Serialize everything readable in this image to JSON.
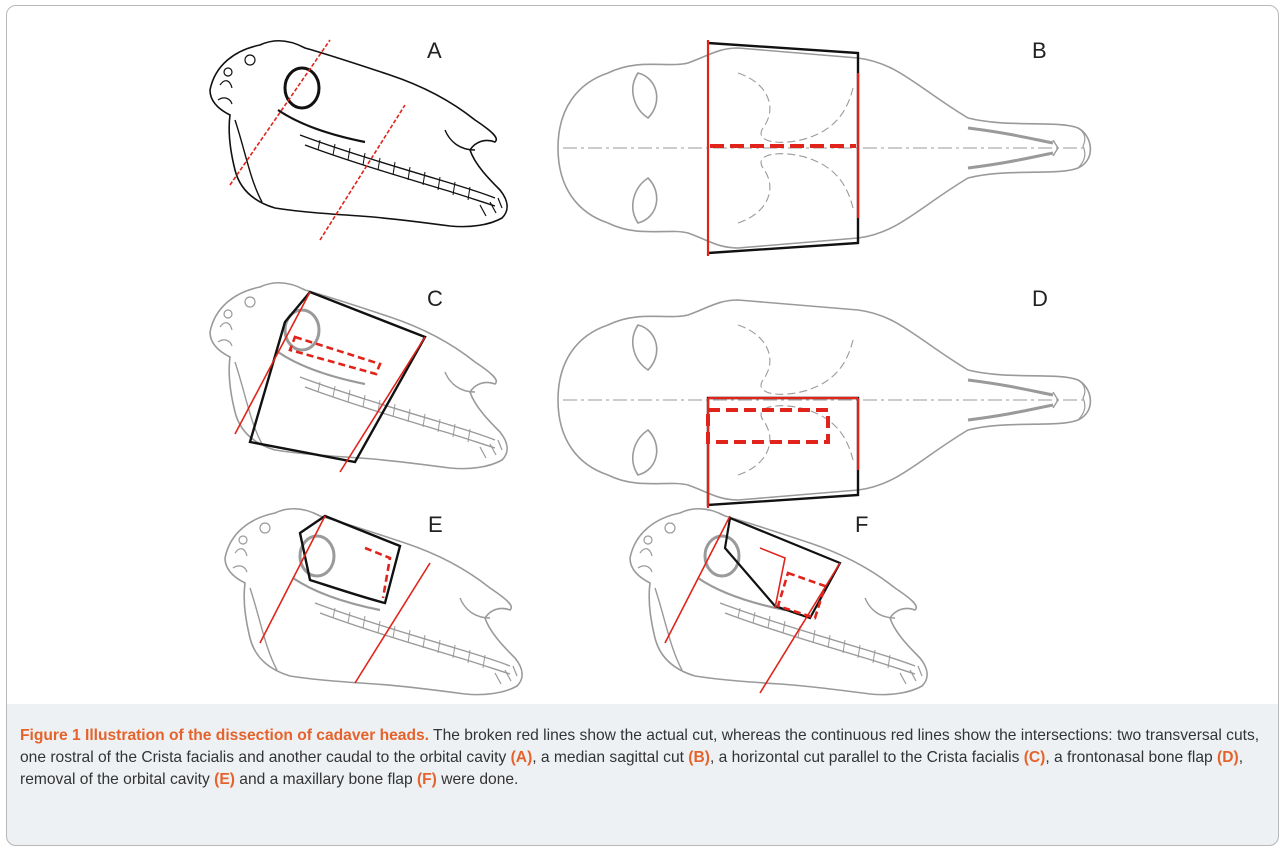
{
  "figure": {
    "panels": {
      "a": {
        "label": "A"
      },
      "b": {
        "label": "B"
      },
      "c": {
        "label": "C"
      },
      "d": {
        "label": "D"
      },
      "e": {
        "label": "E"
      },
      "f": {
        "label": "F"
      }
    },
    "caption": {
      "title": "Figure 1 Illustration of the dissection of cadaver heads.",
      "t1": " The broken red lines show the actual cut, whereas the continuous red lines show the intersections: two transversal cuts, one rostral of the Crista facialis and another caudal to the orbital cavity ",
      "r1": "(A)",
      "t2": ", a median sagittal cut ",
      "r2": "(B)",
      "t3": ", a horizontal cut parallel to the Crista facialis ",
      "r3": "(C)",
      "t4": ", a frontonasal bone flap ",
      "r4": "(D)",
      "t5": ", removal of the orbital cavity ",
      "r5": "(E)",
      "t6": " and a maxillary bone flap ",
      "r6": "(F)",
      "t7": " were done."
    },
    "colors": {
      "cut": "#e0241b",
      "bone_dark": "#111111",
      "bone_light": "#9a9a9a",
      "accent": "#e5632b"
    }
  }
}
